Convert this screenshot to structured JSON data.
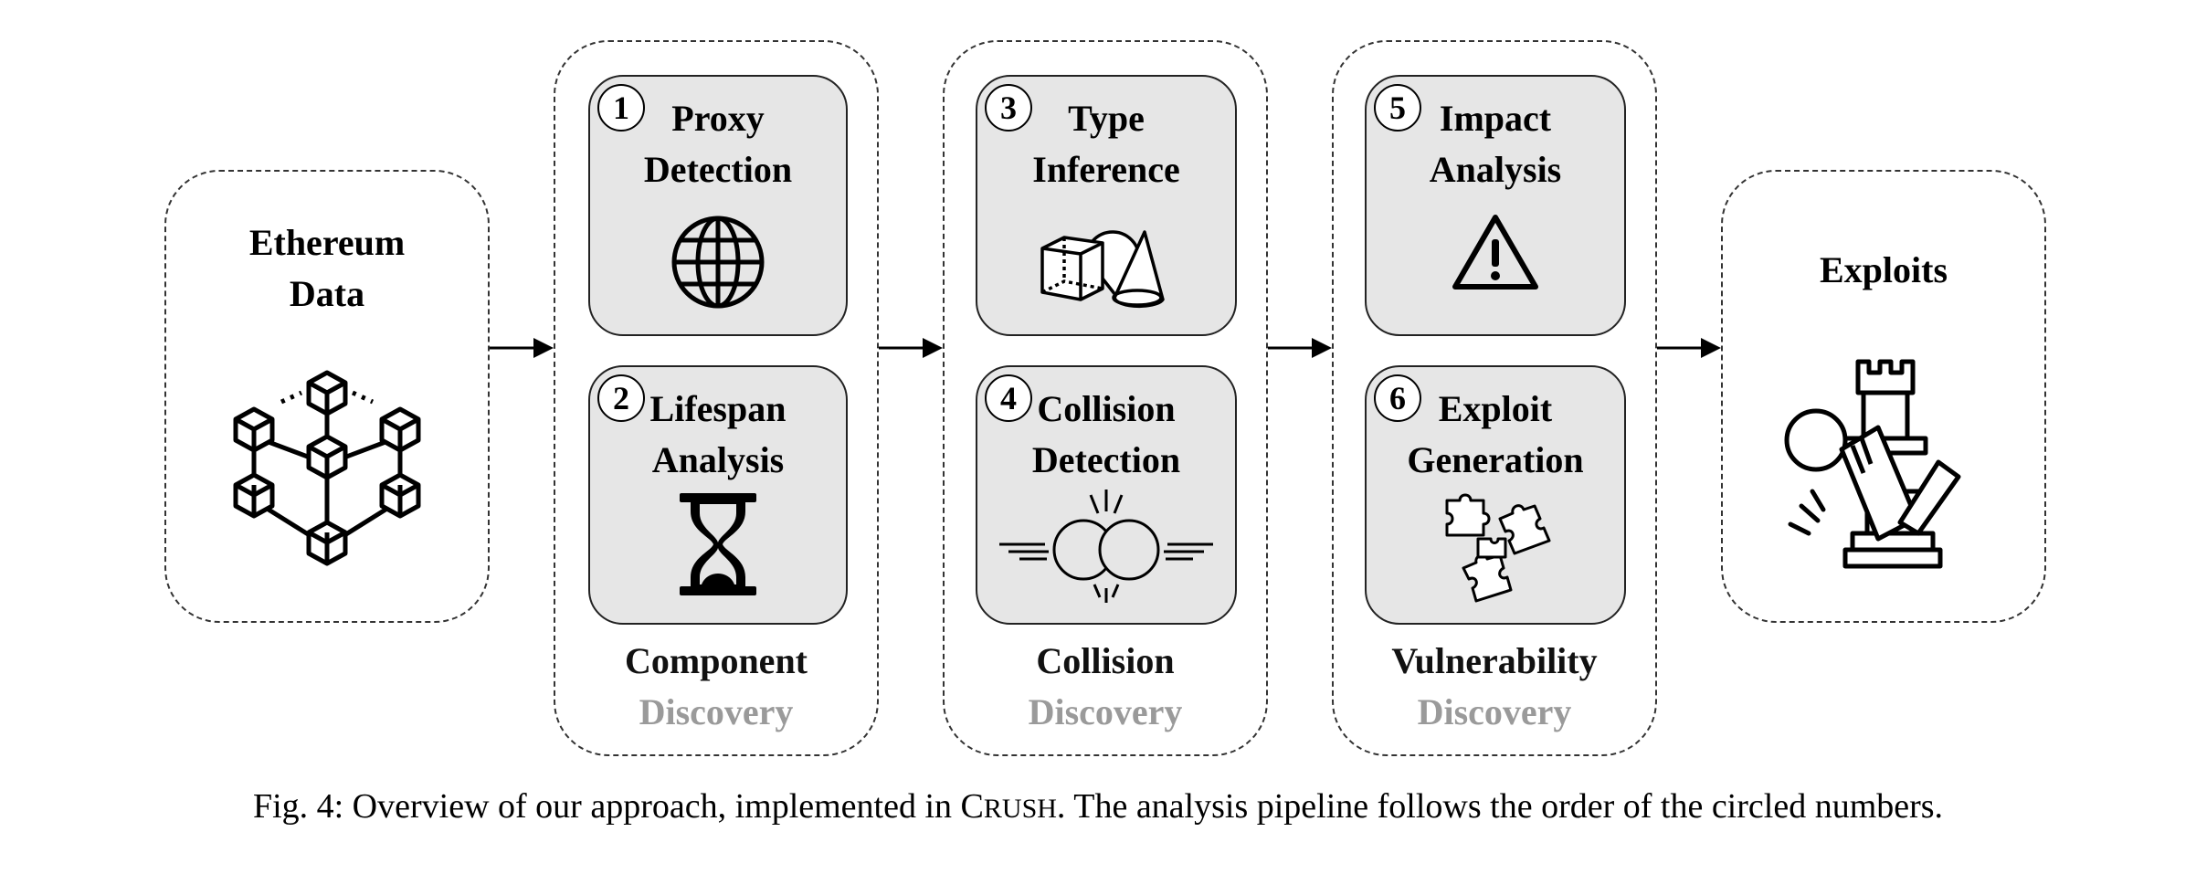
{
  "source": {
    "title_line1": "Ethereum",
    "title_line2": "Data",
    "icon": "blockchain-network-icon"
  },
  "stages": [
    {
      "label_line1": "Component",
      "label_line2": "Discovery",
      "steps": [
        {
          "number": "1",
          "title_line1": "Proxy",
          "title_line2": "Detection",
          "icon": "globe-icon"
        },
        {
          "number": "2",
          "title_line1": "Lifespan",
          "title_line2": "Analysis",
          "icon": "hourglass-icon"
        }
      ]
    },
    {
      "label_line1": "Collision",
      "label_line2": "Discovery",
      "steps": [
        {
          "number": "3",
          "title_line1": "Type",
          "title_line2": "Inference",
          "icon": "shapes-icon"
        },
        {
          "number": "4",
          "title_line1": "Collision",
          "title_line2": "Detection",
          "icon": "colliding-spheres-icon"
        }
      ]
    },
    {
      "label_line1": "Vulnerability",
      "label_line2": "Discovery",
      "steps": [
        {
          "number": "5",
          "title_line1": "Impact",
          "title_line2": "Analysis",
          "icon": "warning-icon"
        },
        {
          "number": "6",
          "title_line1": "Exploit",
          "title_line2": "Generation",
          "icon": "puzzle-pieces-icon"
        }
      ]
    }
  ],
  "sink": {
    "title": "Exploits",
    "icon": "chess-rook-attack-icon"
  },
  "caption": {
    "prefix": "Fig. 4: Overview of our approach, implemented in ",
    "tool_initial": "C",
    "tool_rest": "RUSH",
    "suffix": ". The analysis pipeline follows the order of the circled numbers."
  },
  "colors": {
    "step_fill": "#e6e6e6",
    "secondary_label": "#9a9a9a"
  }
}
